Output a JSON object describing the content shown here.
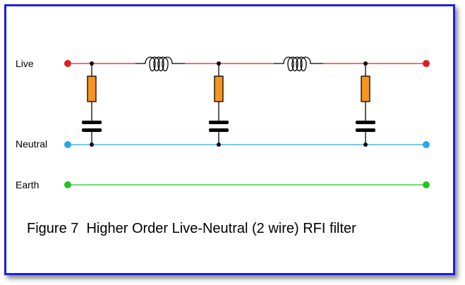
{
  "diagram": {
    "labels": {
      "live": "Live",
      "neutral": "Neutral",
      "earth": "Earth"
    },
    "caption": "Figure 7  Higher Order Live-Neutral (2 wire) RFI filter"
  },
  "colors": {
    "border": "#1e1ee6",
    "live": "#e31b23",
    "neutral": "#29a9e1",
    "earth": "#22c422",
    "resistor": "#f7941d",
    "component": "#000000"
  }
}
